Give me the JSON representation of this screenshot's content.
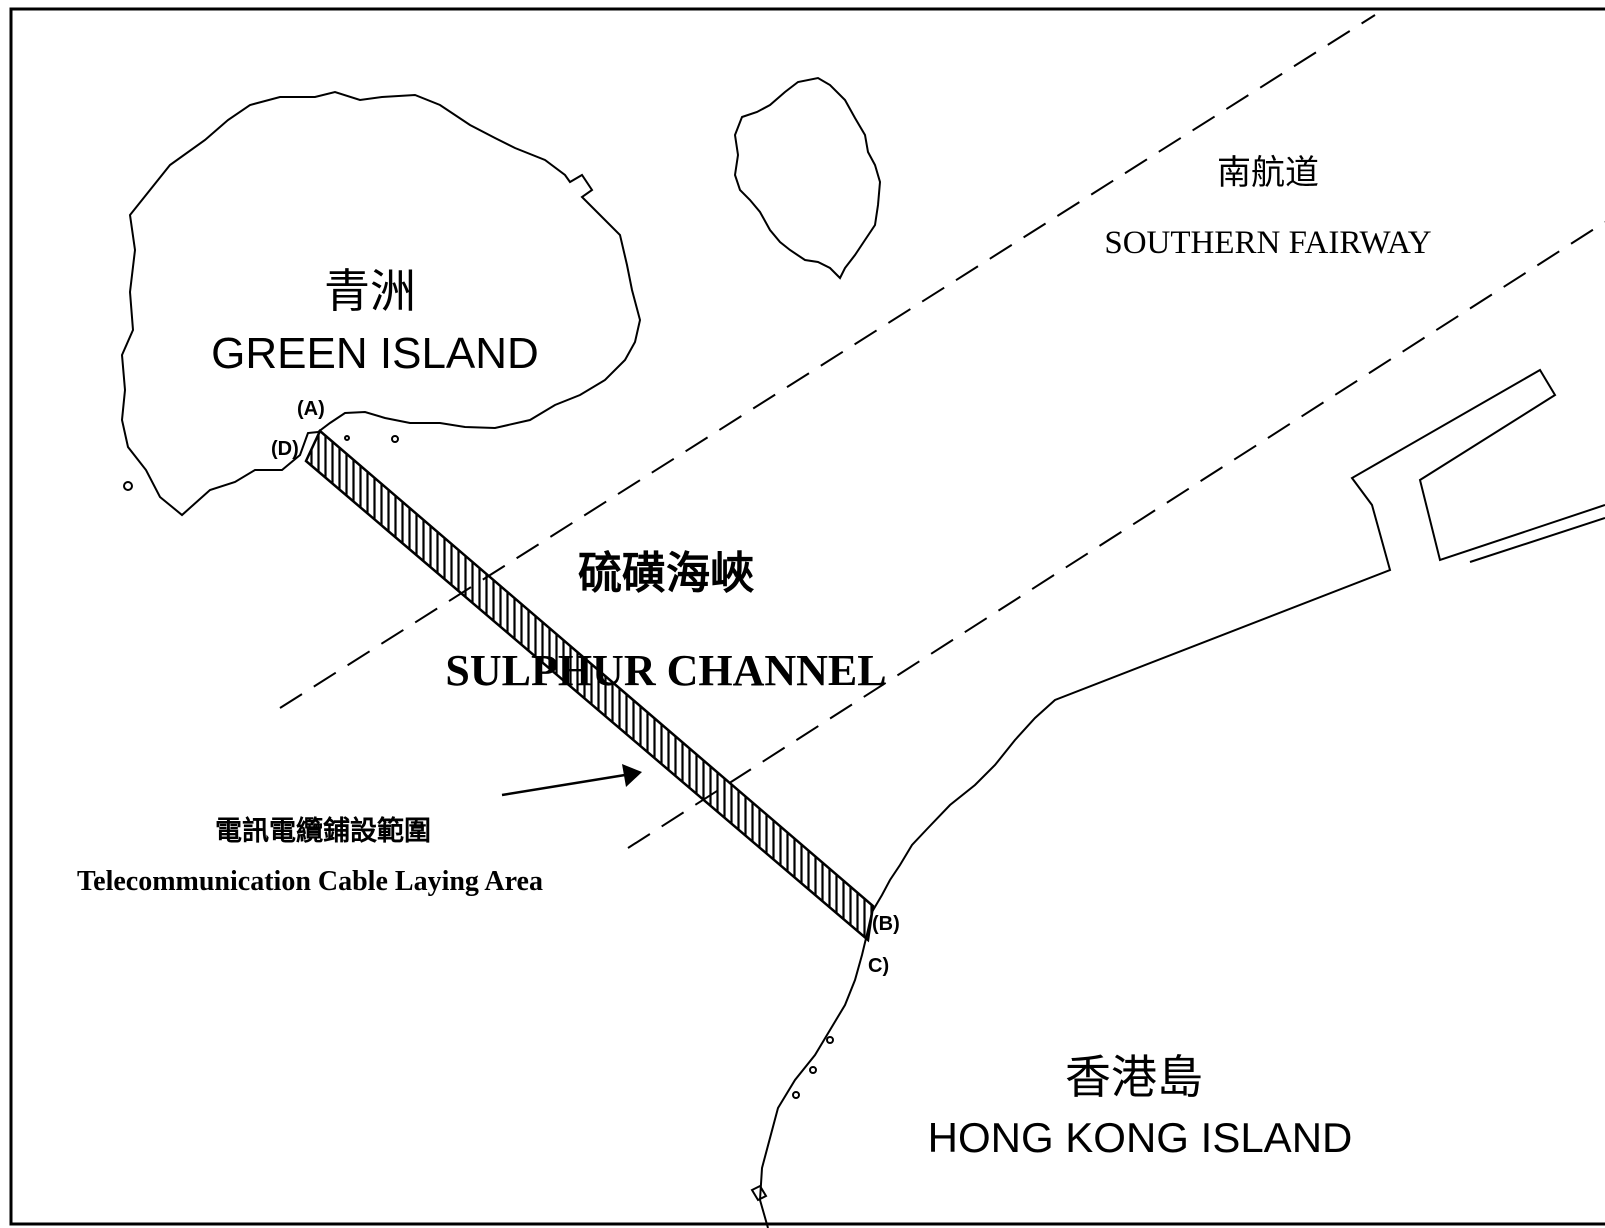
{
  "labels": {
    "green_island_zh": "青洲",
    "green_island_en": "GREEN ISLAND",
    "southern_fairway_zh": "南航道",
    "southern_fairway_en": "SOUTHERN FAIRWAY",
    "sulphur_channel_zh": "硫磺海峽",
    "sulphur_channel_en": "SULPHUR CHANNEL",
    "cable_area_zh": "電訊電纜鋪設範圍",
    "cable_area_en": "Telecommunication Cable Laying Area",
    "hong_kong_island_zh": "香港島",
    "hong_kong_island_en": "HONG KONG ISLAND"
  },
  "points": {
    "a": "(A)",
    "b": "(B)",
    "c": "C)",
    "d": "(D)"
  },
  "colors": {
    "ink": "#000000",
    "paper": "#ffffff"
  }
}
